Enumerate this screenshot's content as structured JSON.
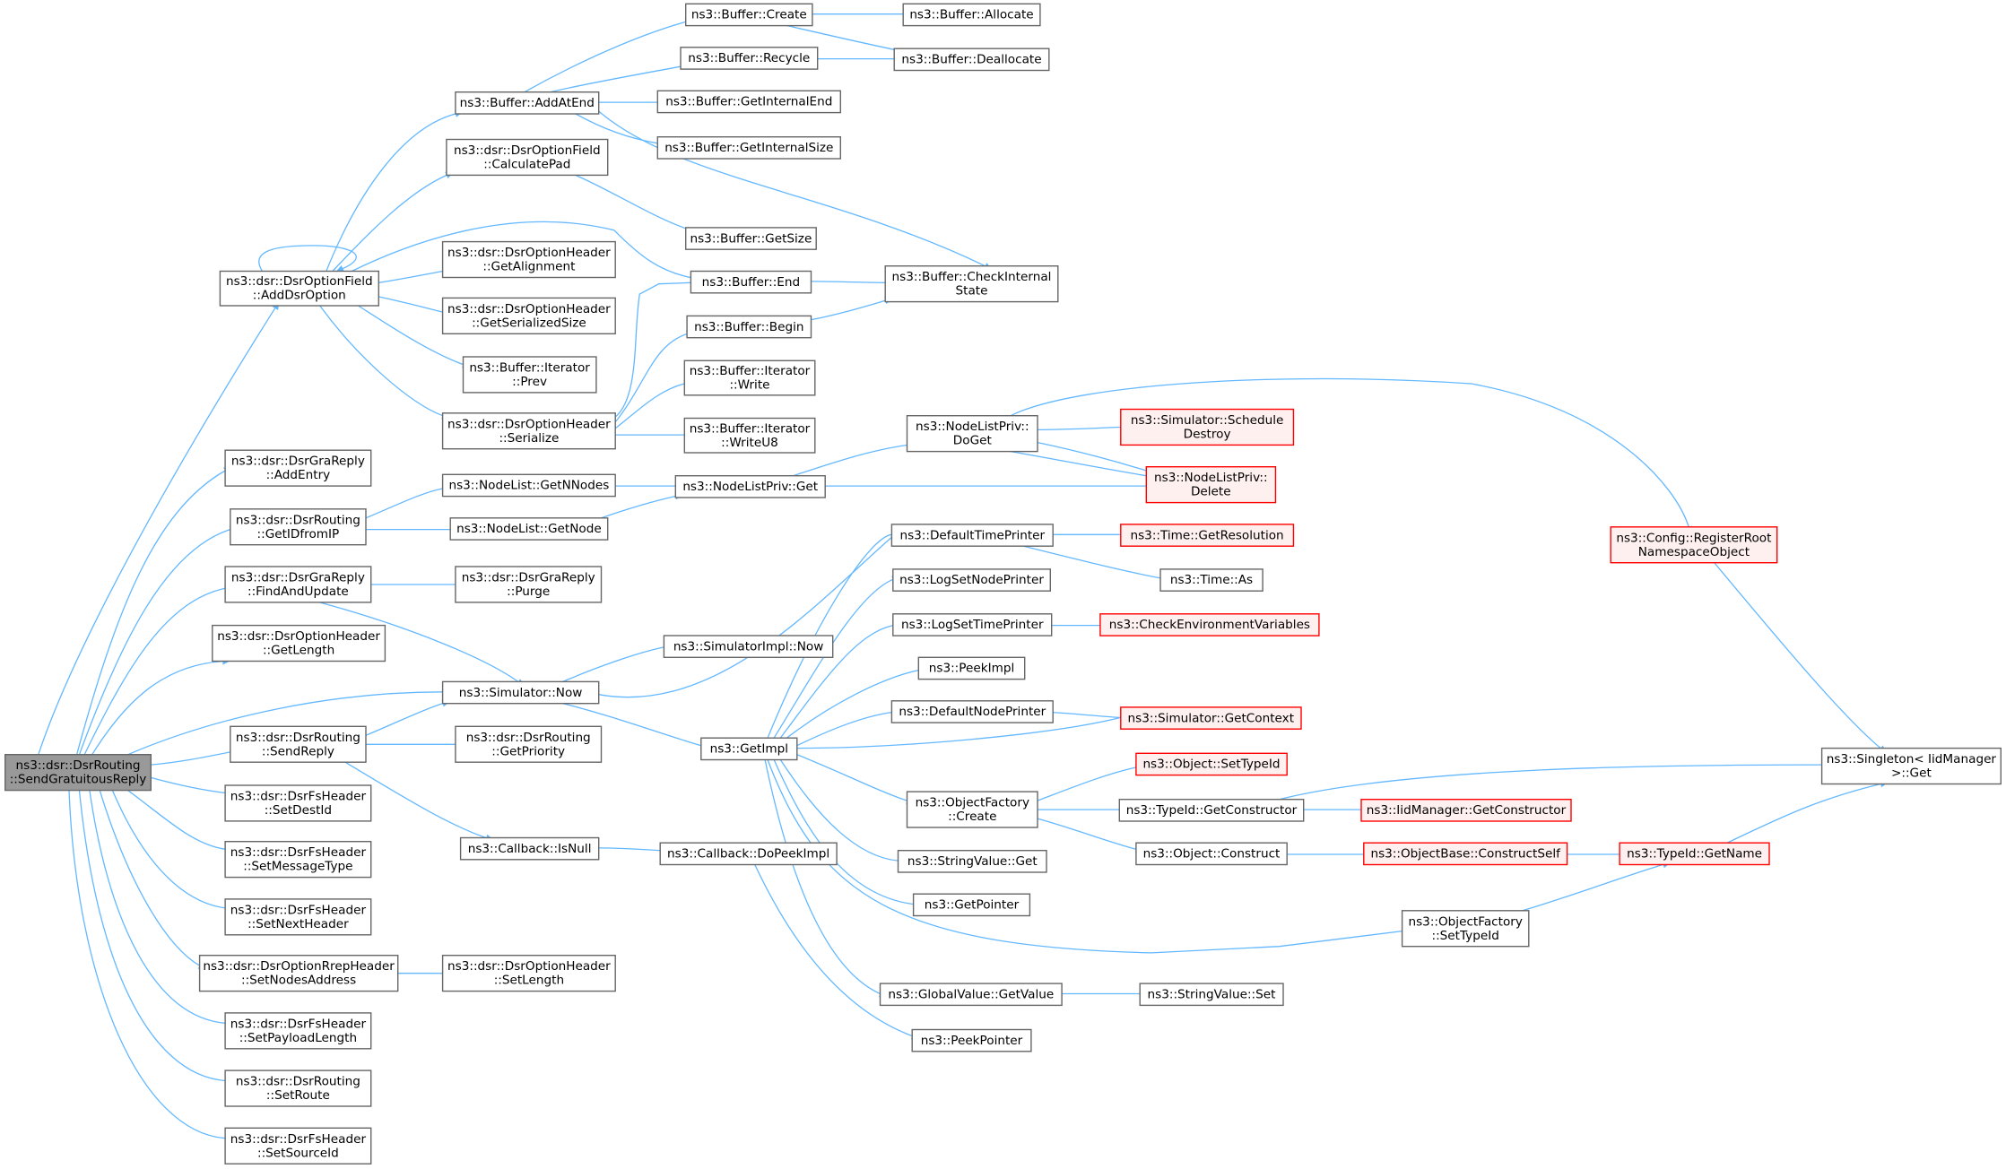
{
  "colors": {
    "edge": "#63b8ff",
    "root_fill": "#999999",
    "root_border": "#666666",
    "normal_fill": "#ffffff",
    "normal_border": "#666666",
    "truncated_fill": "#fff0f0",
    "truncated_border": "#ff0000",
    "text": "#000000"
  },
  "nodes": [
    {
      "id": "root",
      "lines": [
        "ns3::dsr::DsrRouting",
        "::SendGratuitousReply"
      ],
      "style": "root"
    },
    {
      "id": "addDsrOption",
      "lines": [
        "ns3::dsr::DsrOptionField",
        "::AddDsrOption"
      ],
      "style": "normal"
    },
    {
      "id": "graAddEntry",
      "lines": [
        "ns3::dsr::DsrGraReply",
        "::AddEntry"
      ],
      "style": "normal"
    },
    {
      "id": "getIDfromIP",
      "lines": [
        "ns3::dsr::DsrRouting",
        "::GetIDfromIP"
      ],
      "style": "normal"
    },
    {
      "id": "findAndUpdate",
      "lines": [
        "ns3::dsr::DsrGraReply",
        "::FindAndUpdate"
      ],
      "style": "normal"
    },
    {
      "id": "hdrGetLength",
      "lines": [
        "ns3::dsr::DsrOptionHeader",
        "::GetLength"
      ],
      "style": "normal"
    },
    {
      "id": "simNow",
      "lines": [
        "ns3::Simulator::Now"
      ],
      "style": "normal"
    },
    {
      "id": "sendReply",
      "lines": [
        "ns3::dsr::DsrRouting",
        "::SendReply"
      ],
      "style": "normal"
    },
    {
      "id": "setDestId",
      "lines": [
        "ns3::dsr::DsrFsHeader",
        "::SetDestId"
      ],
      "style": "normal"
    },
    {
      "id": "setMessageType",
      "lines": [
        "ns3::dsr::DsrFsHeader",
        "::SetMessageType"
      ],
      "style": "normal"
    },
    {
      "id": "setNextHeader",
      "lines": [
        "ns3::dsr::DsrFsHeader",
        "::SetNextHeader"
      ],
      "style": "normal"
    },
    {
      "id": "setNodesAddress",
      "lines": [
        "ns3::dsr::DsrOptionRrepHeader",
        "::SetNodesAddress"
      ],
      "style": "normal"
    },
    {
      "id": "setPayloadLength",
      "lines": [
        "ns3::dsr::DsrFsHeader",
        "::SetPayloadLength"
      ],
      "style": "normal"
    },
    {
      "id": "setRoute",
      "lines": [
        "ns3::dsr::DsrRouting",
        "::SetRoute"
      ],
      "style": "normal"
    },
    {
      "id": "setSourceId",
      "lines": [
        "ns3::dsr::DsrFsHeader",
        "::SetSourceId"
      ],
      "style": "normal"
    },
    {
      "id": "bufAddAtEnd",
      "lines": [
        "ns3::Buffer::AddAtEnd"
      ],
      "style": "normal"
    },
    {
      "id": "calculatePad",
      "lines": [
        "ns3::dsr::DsrOptionField",
        "::CalculatePad"
      ],
      "style": "normal"
    },
    {
      "id": "getAlignment",
      "lines": [
        "ns3::dsr::DsrOptionHeader",
        "::GetAlignment"
      ],
      "style": "normal"
    },
    {
      "id": "getSerializedSize",
      "lines": [
        "ns3::dsr::DsrOptionHeader",
        "::GetSerializedSize"
      ],
      "style": "normal"
    },
    {
      "id": "iterPrev",
      "lines": [
        "ns3::Buffer::Iterator",
        "::Prev"
      ],
      "style": "normal"
    },
    {
      "id": "hdrSerialize",
      "lines": [
        "ns3::dsr::DsrOptionHeader",
        "::Serialize"
      ],
      "style": "normal"
    },
    {
      "id": "getNNodes",
      "lines": [
        "ns3::NodeList::GetNNodes"
      ],
      "style": "normal"
    },
    {
      "id": "getNode",
      "lines": [
        "ns3::NodeList::GetNode"
      ],
      "style": "normal"
    },
    {
      "id": "graPurge",
      "lines": [
        "ns3::dsr::DsrGraReply",
        "::Purge"
      ],
      "style": "normal"
    },
    {
      "id": "getPriority",
      "lines": [
        "ns3::dsr::DsrRouting",
        "::GetPriority"
      ],
      "style": "normal"
    },
    {
      "id": "cbIsNull",
      "lines": [
        "ns3::Callback::IsNull"
      ],
      "style": "normal"
    },
    {
      "id": "hdrSetLength",
      "lines": [
        "ns3::dsr::DsrOptionHeader",
        "::SetLength"
      ],
      "style": "normal"
    },
    {
      "id": "bufCreate",
      "lines": [
        "ns3::Buffer::Create"
      ],
      "style": "normal"
    },
    {
      "id": "bufRecycle",
      "lines": [
        "ns3::Buffer::Recycle"
      ],
      "style": "normal"
    },
    {
      "id": "bufGetInternalEnd",
      "lines": [
        "ns3::Buffer::GetInternalEnd"
      ],
      "style": "normal"
    },
    {
      "id": "bufGetInternalSize",
      "lines": [
        "ns3::Buffer::GetInternalSize"
      ],
      "style": "normal"
    },
    {
      "id": "bufGetSize",
      "lines": [
        "ns3::Buffer::GetSize"
      ],
      "style": "normal"
    },
    {
      "id": "bufEnd",
      "lines": [
        "ns3::Buffer::End"
      ],
      "style": "normal"
    },
    {
      "id": "bufBegin",
      "lines": [
        "ns3::Buffer::Begin"
      ],
      "style": "normal"
    },
    {
      "id": "iterWrite",
      "lines": [
        "ns3::Buffer::Iterator",
        "::Write"
      ],
      "style": "normal"
    },
    {
      "id": "iterWriteU8",
      "lines": [
        "ns3::Buffer::Iterator",
        "::WriteU8"
      ],
      "style": "normal"
    },
    {
      "id": "nlpGet",
      "lines": [
        "ns3::NodeListPriv::Get"
      ],
      "style": "normal"
    },
    {
      "id": "simImplNow",
      "lines": [
        "ns3::SimulatorImpl::Now"
      ],
      "style": "normal"
    },
    {
      "id": "getImpl",
      "lines": [
        "ns3::GetImpl"
      ],
      "style": "normal"
    },
    {
      "id": "cbDoPeekImpl",
      "lines": [
        "ns3::Callback::DoPeekImpl"
      ],
      "style": "normal"
    },
    {
      "id": "bufAllocate",
      "lines": [
        "ns3::Buffer::Allocate"
      ],
      "style": "normal"
    },
    {
      "id": "bufDeallocate",
      "lines": [
        "ns3::Buffer::Deallocate"
      ],
      "style": "normal"
    },
    {
      "id": "bufCheckInternal",
      "lines": [
        "ns3::Buffer::CheckInternal",
        "State"
      ],
      "style": "normal"
    },
    {
      "id": "nlpDoGet",
      "lines": [
        "ns3::NodeListPriv::",
        "DoGet"
      ],
      "style": "normal"
    },
    {
      "id": "defaultTimePrinter",
      "lines": [
        "ns3::DefaultTimePrinter"
      ],
      "style": "normal"
    },
    {
      "id": "logSetNodePrinter",
      "lines": [
        "ns3::LogSetNodePrinter"
      ],
      "style": "normal"
    },
    {
      "id": "logSetTimePrinter",
      "lines": [
        "ns3::LogSetTimePrinter"
      ],
      "style": "normal"
    },
    {
      "id": "peekImpl",
      "lines": [
        "ns3::PeekImpl"
      ],
      "style": "normal"
    },
    {
      "id": "defaultNodePrinter",
      "lines": [
        "ns3::DefaultNodePrinter"
      ],
      "style": "normal"
    },
    {
      "id": "ofCreate",
      "lines": [
        "ns3::ObjectFactory",
        "::Create"
      ],
      "style": "normal"
    },
    {
      "id": "strValGet",
      "lines": [
        "ns3::StringValue::Get"
      ],
      "style": "normal"
    },
    {
      "id": "getPointer",
      "lines": [
        "ns3::GetPointer"
      ],
      "style": "normal"
    },
    {
      "id": "gvGetValue",
      "lines": [
        "ns3::GlobalValue::GetValue"
      ],
      "style": "normal"
    },
    {
      "id": "peekPointer",
      "lines": [
        "ns3::PeekPointer"
      ],
      "style": "normal"
    },
    {
      "id": "simScheduleDestroy",
      "lines": [
        "ns3::Simulator::Schedule",
        "Destroy"
      ],
      "style": "truncated"
    },
    {
      "id": "nlpDelete",
      "lines": [
        "ns3::NodeListPriv::",
        "Delete"
      ],
      "style": "truncated"
    },
    {
      "id": "timeGetResolution",
      "lines": [
        "ns3::Time::GetResolution"
      ],
      "style": "truncated"
    },
    {
      "id": "timeAs",
      "lines": [
        "ns3::Time::As"
      ],
      "style": "normal"
    },
    {
      "id": "checkEnvVars",
      "lines": [
        "ns3::CheckEnvironmentVariables"
      ],
      "style": "truncated"
    },
    {
      "id": "simGetContext",
      "lines": [
        "ns3::Simulator::GetContext"
      ],
      "style": "truncated"
    },
    {
      "id": "objSetTypeId",
      "lines": [
        "ns3::Object::SetTypeId"
      ],
      "style": "truncated"
    },
    {
      "id": "typeIdGetConstructor",
      "lines": [
        "ns3::TypeId::GetConstructor"
      ],
      "style": "normal"
    },
    {
      "id": "objConstruct",
      "lines": [
        "ns3::Object::Construct"
      ],
      "style": "normal"
    },
    {
      "id": "ofSetTypeId",
      "lines": [
        "ns3::ObjectFactory",
        "::SetTypeId"
      ],
      "style": "normal"
    },
    {
      "id": "strValSet",
      "lines": [
        "ns3::StringValue::Set"
      ],
      "style": "normal"
    },
    {
      "id": "iidGetConstructor",
      "lines": [
        "ns3::IidManager::GetConstructor"
      ],
      "style": "truncated"
    },
    {
      "id": "objBaseConstructSelf",
      "lines": [
        "ns3::ObjectBase::ConstructSelf"
      ],
      "style": "truncated"
    },
    {
      "id": "typeIdGetName",
      "lines": [
        "ns3::TypeId::GetName"
      ],
      "style": "truncated"
    },
    {
      "id": "cfgRegisterRoot",
      "lines": [
        "ns3::Config::RegisterRoot",
        "NamespaceObject"
      ],
      "style": "truncated"
    },
    {
      "id": "singletonGet",
      "lines": [
        "ns3::Singleton< IidManager",
        " >::Get"
      ],
      "style": "normal"
    }
  ]
}
